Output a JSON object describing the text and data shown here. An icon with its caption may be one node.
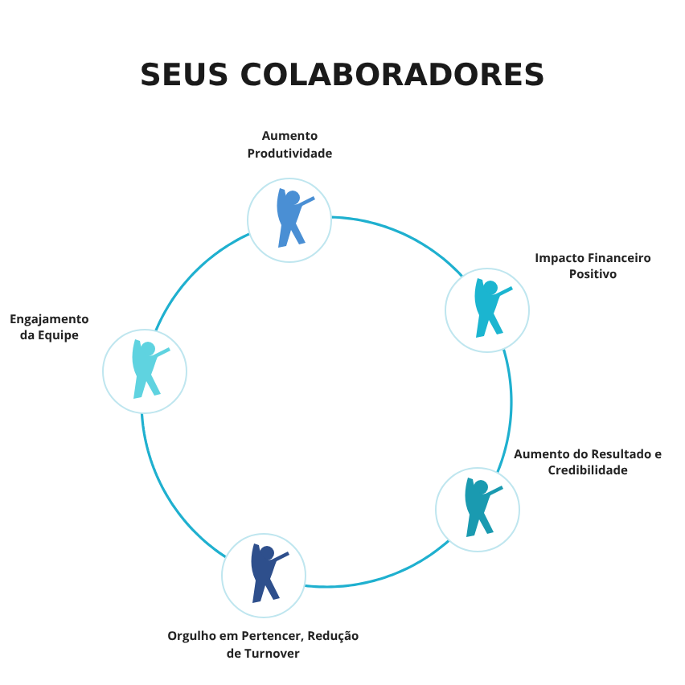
{
  "diagram": {
    "title": "SEUS COLABORADORES",
    "nodes": [
      {
        "text": [
          "Aumento Produtividade"
        ]
      },
      {
        "text": [
          "Impacto Financeiro Positivo"
        ]
      },
      {
        "text": [
          "Aumento do Resultado e Credibilidade"
        ]
      },
      {
        "text": [
          "Orgulho em Pertencer, Redução de Turnover"
        ]
      },
      {
        "text": [
          "Engajamento da Equipe"
        ]
      }
    ],
    "edges": [
      {
        "from": 0,
        "to": 1,
        "arrow": "none"
      },
      {
        "from": 1,
        "to": 2,
        "arrow": "none"
      },
      {
        "from": 2,
        "to": 3,
        "arrow": "none"
      },
      {
        "from": 3,
        "to": 4,
        "arrow": "none"
      },
      {
        "from": 4,
        "to": 0,
        "arrow": "none"
      }
    ]
  }
}
